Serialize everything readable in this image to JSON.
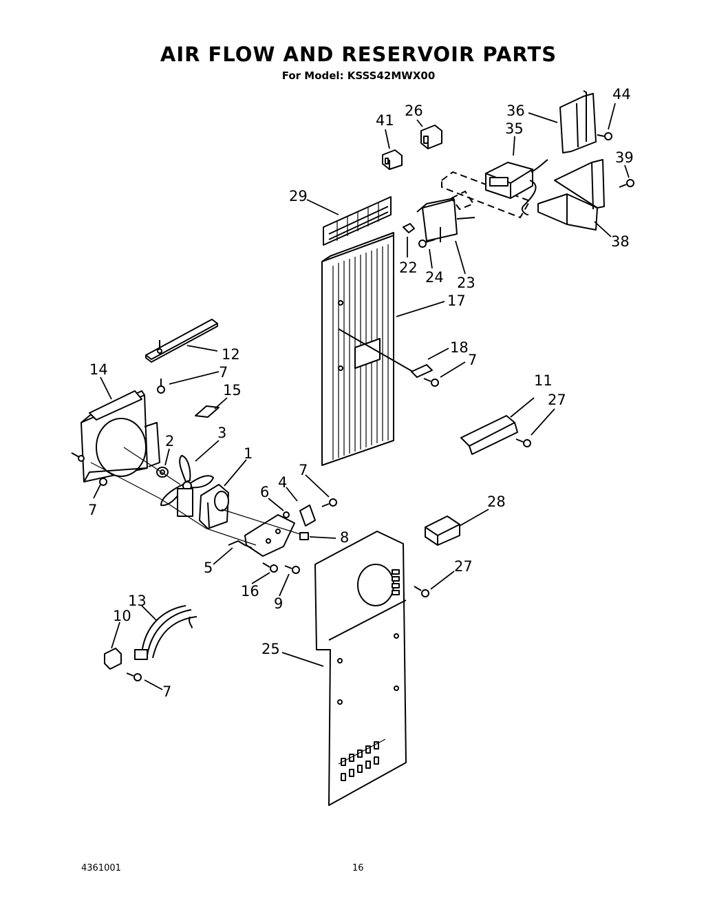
{
  "header": {
    "title": "AIR FLOW AND RESERVOIR PARTS",
    "model_line": "For Model: KSSS42MWX00"
  },
  "footer": {
    "doc_number": "4361001",
    "page_number": "16"
  },
  "callouts": [
    {
      "id": "c44",
      "text": "44"
    },
    {
      "id": "c36",
      "text": "36"
    },
    {
      "id": "c35",
      "text": "35"
    },
    {
      "id": "c39",
      "text": "39"
    },
    {
      "id": "c38",
      "text": "38"
    },
    {
      "id": "c41",
      "text": "41"
    },
    {
      "id": "c26",
      "text": "26"
    },
    {
      "id": "c29",
      "text": "29"
    },
    {
      "id": "c22",
      "text": "22"
    },
    {
      "id": "c24",
      "text": "24"
    },
    {
      "id": "c23",
      "text": "23"
    },
    {
      "id": "c17",
      "text": "17"
    },
    {
      "id": "c18",
      "text": "18"
    },
    {
      "id": "c7a",
      "text": "7"
    },
    {
      "id": "c12",
      "text": "12"
    },
    {
      "id": "c14",
      "text": "14"
    },
    {
      "id": "c7b",
      "text": "7"
    },
    {
      "id": "c15",
      "text": "15"
    },
    {
      "id": "c11",
      "text": "11"
    },
    {
      "id": "c27a",
      "text": "27"
    },
    {
      "id": "c2",
      "text": "2"
    },
    {
      "id": "c3",
      "text": "3"
    },
    {
      "id": "c1",
      "text": "1"
    },
    {
      "id": "c7c",
      "text": "7"
    },
    {
      "id": "c6",
      "text": "6"
    },
    {
      "id": "c4",
      "text": "4"
    },
    {
      "id": "c7d",
      "text": "7"
    },
    {
      "id": "c28",
      "text": "28"
    },
    {
      "id": "c8",
      "text": "8"
    },
    {
      "id": "c5",
      "text": "5"
    },
    {
      "id": "c27b",
      "text": "27"
    },
    {
      "id": "c16",
      "text": "16"
    },
    {
      "id": "c9",
      "text": "9"
    },
    {
      "id": "c13",
      "text": "13"
    },
    {
      "id": "c10",
      "text": "10"
    },
    {
      "id": "c25",
      "text": "25"
    },
    {
      "id": "c7e",
      "text": "7"
    }
  ]
}
